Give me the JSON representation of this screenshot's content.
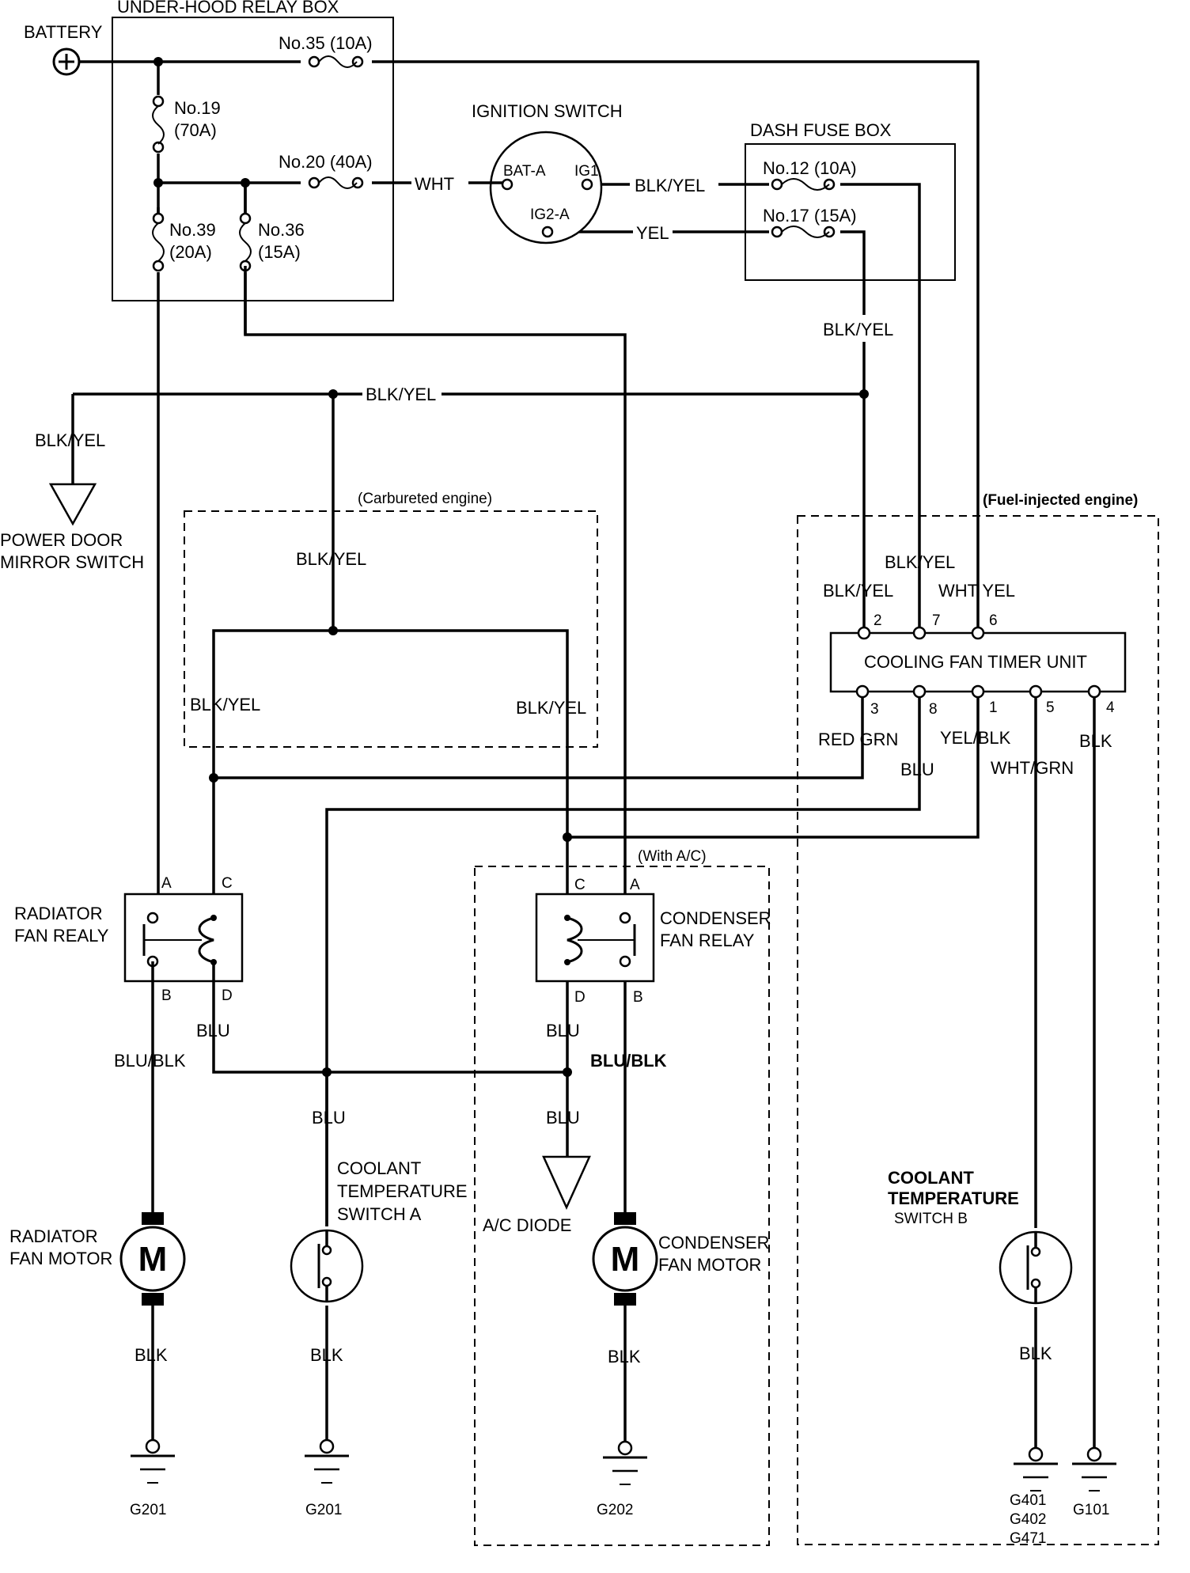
{
  "labels": {
    "relay_box": "UNDER-HOOD RELAY BOX",
    "battery": "BATTERY",
    "fuse35": "No.35 (10A)",
    "fuse19_a": "No.19",
    "fuse19_b": "(70A)",
    "fuse20": "No.20 (40A)",
    "fuse39_a": "No.39",
    "fuse39_b": "(20A)",
    "fuse36_a": "No.36",
    "fuse36_b": "(15A)",
    "ignition_switch": "IGNITION SWITCH",
    "bat_a": "BAT-A",
    "ig1": "IG1",
    "ig2a": "IG2-A",
    "dash_fuse_box": "DASH FUSE BOX",
    "fuse12": "No.12 (10A)",
    "fuse17": "No.17 (15A)",
    "carb_engine": "(Carbureted engine)",
    "fi_engine": "(Fuel-injected engine)",
    "pdm_switch_a": "POWER DOOR",
    "pdm_switch_b": "MIRROR SWITCH",
    "timer_unit": "COOLING FAN TIMER UNIT",
    "with_ac": "(With A/C)",
    "rad_relay_a": "RADIATOR",
    "rad_relay_b": "FAN REALY",
    "cond_relay_a": "CONDENSER",
    "cond_relay_b": "FAN RELAY",
    "rad_motor_a": "RADIATOR",
    "rad_motor_b": "FAN MOTOR",
    "cond_motor_a": "CONDENSER",
    "cond_motor_b": "FAN MOTOR",
    "cts_a_1": "COOLANT",
    "cts_a_2": "TEMPERATURE",
    "cts_a_3": "SWITCH A",
    "cts_b_1": "COOLANT",
    "cts_b_2": "TEMPERATURE",
    "cts_b_3": "SWITCH B",
    "ac_diode": "A/C DIODE",
    "motor_m": "M"
  },
  "pins": {
    "a": "A",
    "b": "B",
    "c": "C",
    "d": "D",
    "p2": "2",
    "p7": "7",
    "p6": "6",
    "p3": "3",
    "p8": "8",
    "p1": "1",
    "p5": "5",
    "p4": "4"
  },
  "wires": {
    "wht": "WHT",
    "blk_yel": "BLK/YEL",
    "yel": "YEL",
    "wht_yel": "WHT YEL",
    "red_grn": "RED GRN",
    "yel_blk": "YEL/BLK",
    "blu": "BLU",
    "wht_grn": "WHT/GRN",
    "blk": "BLK",
    "blu_blk": "BLU/BLK"
  },
  "grounds": {
    "g1": "G201",
    "g2": "G201",
    "g3": "G202",
    "g4a": "G401",
    "g4b": "G402",
    "g4c": "G471",
    "g5": "G101"
  }
}
